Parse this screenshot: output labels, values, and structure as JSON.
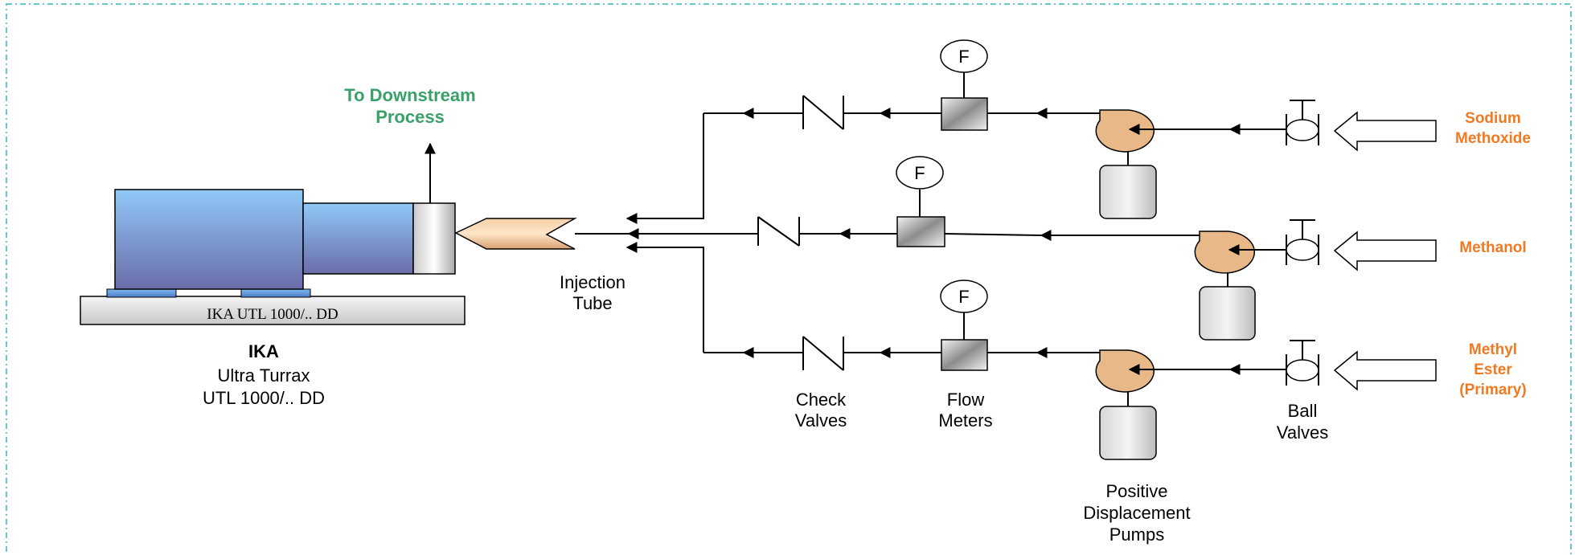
{
  "mixer": {
    "base_text": "IKA UTL 1000/.. DD",
    "name": "IKA",
    "model_line1": "Ultra Turrax",
    "model_line2": "UTL 1000/.. DD"
  },
  "outlet": {
    "line1": "To Downstream",
    "line2": "Process"
  },
  "injection": {
    "line1": "Injection",
    "line2": "Tube"
  },
  "meter_symbol": "F",
  "labels": {
    "check": {
      "line1": "Check",
      "line2": "Valves"
    },
    "flow": {
      "line1": "Flow",
      "line2": "Meters"
    },
    "pumps": {
      "line1": "Positive",
      "line2": "Displacement",
      "line3": "Pumps"
    },
    "ball": {
      "line1": "Ball",
      "line2": "Valves"
    }
  },
  "feeds": {
    "sodium": {
      "line1": "Sodium",
      "line2": "Methoxide"
    },
    "methanol": {
      "line1": "Methanol"
    },
    "ester": {
      "line1": "Methyl",
      "line2": "Ester",
      "line3": "(Primary)"
    }
  },
  "colors": {
    "border": "#33b5b5",
    "motor_top": "#90c8f8",
    "motor_bottom": "#6a6ca8",
    "pump": "#e8b888",
    "outlet_text": "#3aa06a",
    "feed_text": "#f07a22"
  }
}
